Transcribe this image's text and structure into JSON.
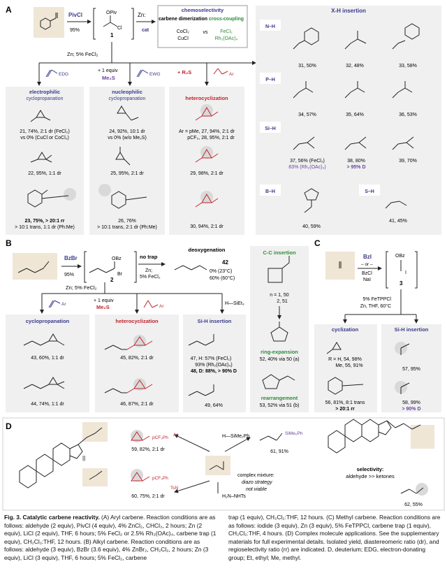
{
  "panels": {
    "A": {
      "label": "A",
      "reagent_pivcl": "PivCl",
      "yield_95": "95%",
      "zn": "Zn:",
      "cat": "cat",
      "cmpd1": "1",
      "opiv": "OPiv",
      "cl": "Cl",
      "chemosel_title": "chemoselectivity",
      "carbene_dim": "carbene dimerization",
      "cross": "cross-coupling",
      "vs": "vs",
      "cocl2": "CoCl₂",
      "cucl": "CuCl",
      "fecl2": "FeCl₂",
      "rh": "Rh₂(OAc)₄",
      "branch_cond": "Zn; 5% FeCl₂",
      "plus_equiv": "+ 1 equiv",
      "me2s": "Me₂S",
      "plus_r2s": "+ R₂S",
      "edg": "EDG",
      "ewg": "EWG",
      "ar": "Ar",
      "col1_title": "electrophilic",
      "col1_sub": "cyclopropanation",
      "col2_title": "nucleophilic",
      "col2_sub": "cyclopropanation",
      "col3_title": "heterocyclization",
      "c21": "21, 74%, 2:1 dr (FeCl₂)",
      "c21b": "vs 0% (CuCl or CoCl₂)",
      "c22": "22, 95%, 1:1 dr",
      "c23": "23, 75%, > 20:1 rr",
      "c23b": "> 10:1 trans, 1:1 dr (Ph:Me)",
      "c24": "24, 92%, 10:1 dr",
      "c24b": "vs 0% (w/o Me₂S)",
      "c25": "25, 95%, 2:1 dr",
      "c26": "26, 76%",
      "c26b": "> 10:1 trans, 2:1 dr (Ph:Me)",
      "c27": "Ar = pMe, 27, 94%, 2:1 dr",
      "c28": "pCF₃, 28, 95%, 2:1 dr",
      "c29": "29, 98%, 2:1 dr",
      "c30": "30, 94%, 2:1 dr",
      "xh_title": "X-H insertion",
      "nh": "N–H",
      "ph": "P–H",
      "sih": "Si–H",
      "bh": "B–H",
      "sh": "S–H",
      "c31": "31, 50%",
      "c32": "32, 48%",
      "c33": "33, 58%",
      "c34": "34, 57%",
      "c35": "35, 64%",
      "c36": "36, 53%",
      "c37": "37, 56% (FeCl₂)",
      "c37b": "83% (Rh₂(OAc)₄)",
      "c38": "38, 80%",
      "c38b": "> 95% D",
      "c39": "39, 70%",
      "c40": "40, 59%",
      "c41": "41, 45%"
    },
    "B": {
      "label": "B",
      "bzbr": "BzBr",
      "y95": "95%",
      "cmpd2": "2",
      "obz": "OBz",
      "br": "Br",
      "notrap": "no trap",
      "zn": "Zn;",
      "fe": "5% FeCl₂",
      "deox": "deoxygenation",
      "c42": "42",
      "c42a": "0% (23°C)",
      "c42b": "60% (60°C)",
      "branch": "Zn; 5% FeCl₂",
      "plus": "+ 1 equiv",
      "me2s": "Me₂S",
      "hsiet3": "H—SiEt₃",
      "cyc": "cyclopropanation",
      "het": "heterocyclization",
      "sih": "Si-H insertion",
      "c43": "43, 60%, 1:1 dr",
      "c44": "44, 74%, 1:1 dr",
      "c45": "45, 82%, 2:1 dr",
      "c46": "46, 87%, 2:1 dr",
      "c47": "47, H: 57% (FeCl₂)",
      "c47b": "93% (Rh₂(OAc)₄)",
      "c48": "48, D: 88%, > 90% D",
      "c49": "49, 64%",
      "cc_title": "C-C insertion",
      "n1": "n = 1, 50",
      "n2": "2, 51",
      "ringexp": "ring-expansion",
      "c52": "52, 40% via 50 (a)",
      "rearr": "rearrangement",
      "c53": "53, 52% via 51 (b)"
    },
    "C": {
      "label": "C",
      "bzi": "BzI",
      "or": "– or –",
      "bzcl": "BzCl",
      "nai": "NaI",
      "cmpd3": "3",
      "obz": "OBz",
      "i": "I",
      "cond1": "5% FeTPPCl",
      "cond2": "Zn, THF, 60°C",
      "cyc": "cyclization",
      "sih": "Si-H insertion",
      "c54": "R = H, 54, 98%",
      "c55": "Me, 55, 91%",
      "c56": "56, 81%, 8:1 trans",
      "c56b": "> 20:1 rr",
      "c57": "57, 95%",
      "c58": "58, 99%",
      "c58b": "> 90% D"
    },
    "D": {
      "label": "D",
      "c59": "59, 82%, 2:1 dr",
      "c60": "60, 75%, 2:1 dr",
      "c61": "61, 91%",
      "hsi": "H—SiMe₂Ph",
      "h2n": "H₂N–NHTs",
      "complex": "complex mixture:",
      "diazo": "diazo strategy",
      "notviable": "not viable",
      "selectivity": "selectivity:",
      "ald": "aldehyde >> ketones",
      "c62": "62, 55%",
      "pcf3ph": "pCF₃Ph",
      "ts": "Ts",
      "tsn": "TsN",
      "sime2ph": "SiMe₂Ph"
    }
  },
  "caption": {
    "title": "Fig. 3. Catalytic carbene reactivity.",
    "col1": "(A) Aryl carbene. Reaction conditions are as follows: aldehyde (2 equiv), PivCl (4 equiv), 4% ZnCl₂, CHCl₃, 2 hours; Zn (2 equiv), LiCl (2 equiv), THF, 6 hours; 5% FeCl₂ or 2.5% Rh₂(OAc)₄, carbene trap (1 equiv), CH₂Cl₂:THF, 12 hours. (B) Alkyl carbene. Reaction conditions are as follows: aldehyde (3 equiv), BzBr (3.6 equiv), 4% ZnBr₂, CH₂Cl₂, 2 hours; Zn (3 equiv), LiCl (3 equiv), THF, 6 hours; 5% FeCl₂, carbene",
    "col2": "trap (1 equiv), CH₂Cl₂:THF, 12 hours. (C) Methyl carbene. Reaction conditions are as follows: iodide (3 equiv), Zn (3 equiv), 5% FeTPPCl, carbene trap (1 equiv), CH₂Cl₂:THF, 4 hours. (D) Complex molecule applications. See the supplementary materials for full experimental details. Isolated yield, diastereomeric ratio (dr), and regioselectivity ratio (rr) are indicated. D, deuterium; EDG, electron-donating group; Et, ethyl; Me, methyl."
  },
  "colors": {
    "accent_blue": "#3a3a8c",
    "purple": "#6b3fa0",
    "red": "#c0262d",
    "green": "#2e8b3a",
    "beige": "#efe6d6",
    "gray_box": "#f0f0f0",
    "highlight": "#d9d9d9"
  }
}
